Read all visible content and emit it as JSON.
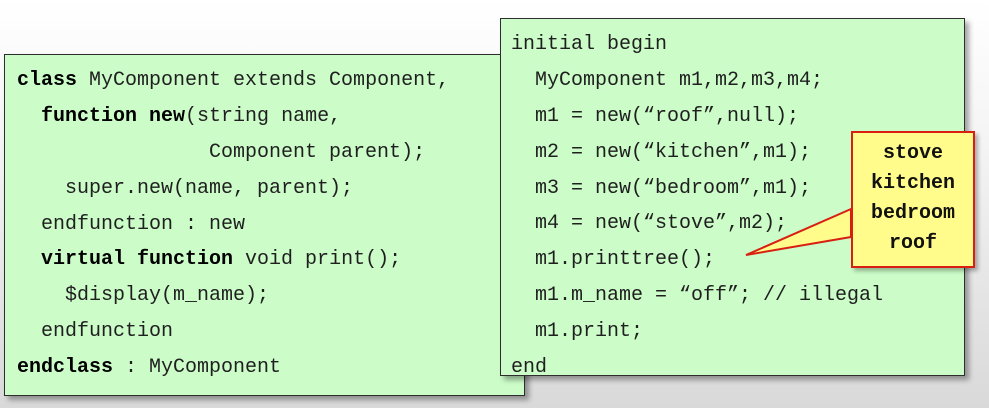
{
  "left_code": {
    "lines": [
      {
        "pre": "",
        "kw": "class",
        "post": " MyComponent extends Component,"
      },
      {
        "pre": "  ",
        "kw": "function new",
        "post": "(string name,"
      },
      {
        "pre": "                ",
        "kw": "",
        "post": "Component parent);"
      },
      {
        "pre": "    ",
        "kw": "",
        "post": "super.new(name, parent);"
      },
      {
        "pre": "  ",
        "kw": "",
        "post": "endfunction : new"
      },
      {
        "pre": "  ",
        "kw": "virtual function",
        "post": " void print();"
      },
      {
        "pre": "    ",
        "kw": "",
        "post": "$display(m_name);"
      },
      {
        "pre": "  ",
        "kw": "",
        "post": "endfunction"
      },
      {
        "pre": "",
        "kw": "endclass",
        "post": " : MyComponent"
      }
    ]
  },
  "right_code": {
    "lines": [
      "initial begin",
      "  MyComponent m1,m2,m3,m4;",
      "  m1 = new(“roof”,null);",
      "  m2 = new(“kitchen”,m1);",
      "  m3 = new(“bedroom”,m1);",
      "  m4 = new(“stove”,m2);",
      "  m1.printtree();",
      "  m1.m_name = “off”; // illegal",
      "  m1.print;",
      "end"
    ]
  },
  "callout": {
    "lines": [
      "stove",
      "kitchen",
      "bedroom",
      "roof"
    ],
    "border_color": "#d91e12",
    "background": "#fffc8b"
  },
  "colors": {
    "code_background": "#ccfdc9",
    "callout_border": "#d91e12",
    "callout_background": "#fffc8b"
  }
}
